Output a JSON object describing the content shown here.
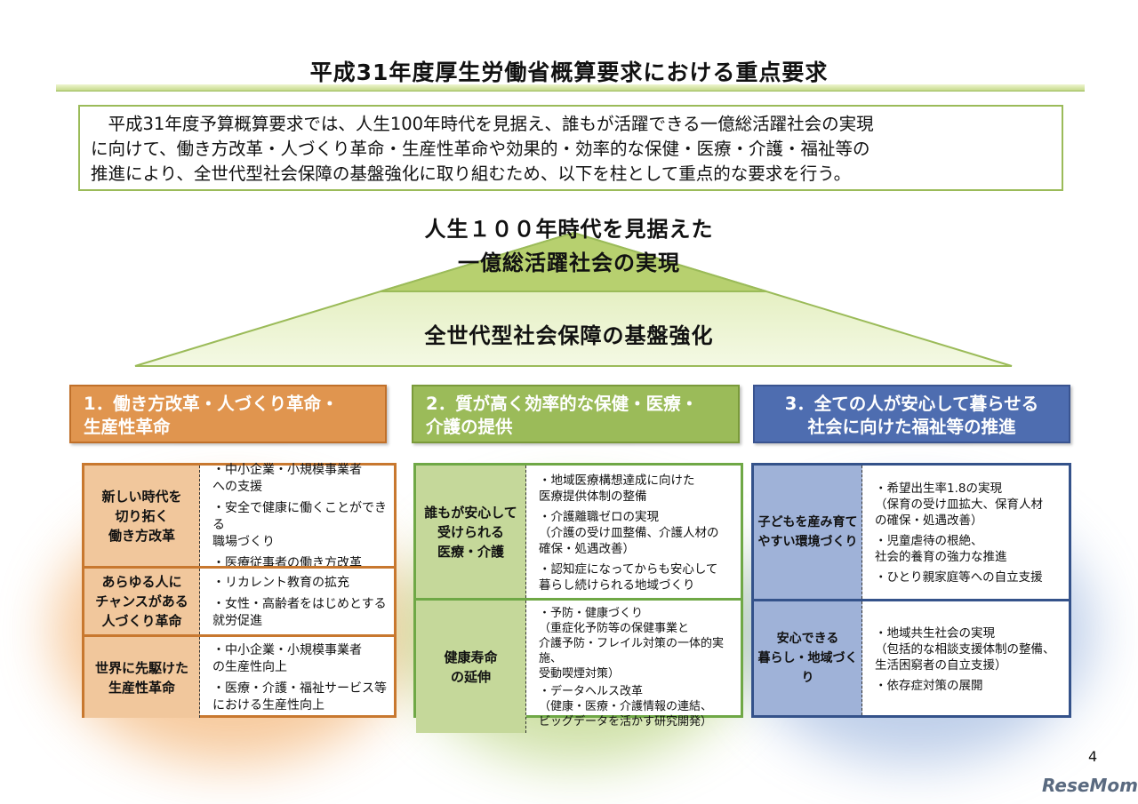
{
  "title": "平成31年度厚生労働省概算要求における重点要求",
  "intro": "　平成31年度予算概算要求では、人生100年時代を見据え、誰もが活躍できる一億総活躍社会の実現\nに向けて、働き方改革・人づくり革命・生産性革命や効果的・効率的な保健・医療・介護・福祉等の\n推進により、全世代型社会保障の基盤強化に取り組むため、以下を柱として重点的な要求を行う。",
  "pyramid": {
    "top1": "人生１００年時代を見据えた",
    "top2": "一億総活躍社会の実現",
    "base": "全世代型社会保障の基盤強化"
  },
  "colors": {
    "orange": "#e0954f",
    "green": "#9bbb59",
    "blue": "#4e6db0"
  },
  "pillars": [
    {
      "header": "1．働き方改革・人づくり革命・\n  生産性革命",
      "rows": [
        {
          "label": "新しい時代を\n切り拓く\n働き方改革",
          "items": [
            "・中小企業・小規模事業者\n  への支援",
            "・安全で健康に働くことができる\n  職場づくり",
            "・医療従事者の働き方改革"
          ]
        },
        {
          "label": "あらゆる人に\nチャンスがある\n人づくり革命",
          "items": [
            "・リカレント教育の拡充",
            "・女性・高齢者をはじめとする\n  就労促進"
          ]
        },
        {
          "label": "世界に先駆けた\n生産性革命",
          "items": [
            "・中小企業・小規模事業者\n  の生産性向上",
            "・医療・介護・福祉サービス等\n  における生産性向上"
          ]
        }
      ]
    },
    {
      "header": "2．質が高く効率的な保健・医療・\n  介護の提供",
      "rows": [
        {
          "label": "誰もが安心して\n受けられる\n医療・介護",
          "items": [
            "・地域医療構想達成に向けた\n  医療提供体制の整備",
            "・介護離職ゼロの実現\n （介護の受け皿整備、介護人材の\n  確保・処遇改善）",
            "・認知症になってからも安心して\n  暮らし続けられる地域づくり"
          ]
        },
        {
          "label": "健康寿命\nの延伸",
          "items": [
            "・予防・健康づくり\n （重症化予防等の保健事業と\n  介護予防・フレイル対策の一体的実施、\n  受動喫煙対策）",
            "・データヘルス改革\n （健康・医療・介護情報の連結、\n  ビッグデータを活かす研究開発）"
          ]
        }
      ]
    },
    {
      "header": "3．全ての人が安心して暮らせる\n  社会に向けた福祉等の推進",
      "rows": [
        {
          "label": "子どもを産み育て\nやすい環境づくり",
          "items": [
            "・希望出生率1.8の実現\n （保育の受け皿拡大、保育人材\n   の確保・処遇改善）",
            "・児童虐待の根絶、\n  社会的養育の強力な推進",
            "・ひとり親家庭等への自立支援"
          ]
        },
        {
          "label": "安心できる\n暮らし・地域づくり",
          "items": [
            "・地域共生社会の実現\n （包括的な相談支援体制の整備、\n  生活困窮者の自立支援）",
            "・依存症対策の展開"
          ]
        }
      ]
    }
  ],
  "page_number": "4",
  "logo": "ReseMom"
}
